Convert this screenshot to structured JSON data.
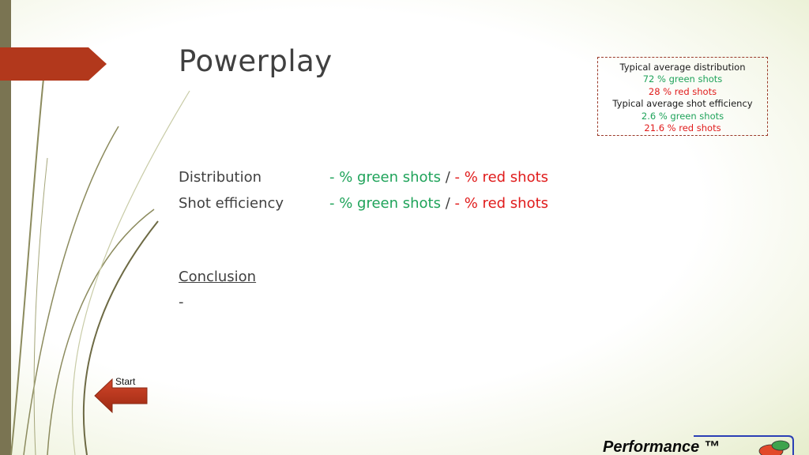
{
  "slide": {
    "title": "Powerplay"
  },
  "info_box": {
    "line1": "Typical average distribution",
    "line2": "72 % green shots",
    "line3": "28 % red shots",
    "line4": "Typical average shot efficiency",
    "line5": "2.6 % green shots",
    "line6": "21.6 % red shots"
  },
  "rows": [
    {
      "label": "Distribution",
      "green_text": "- % green shots",
      "separator": " / ",
      "red_text": "- % red shots"
    },
    {
      "label": "Shot efficiency",
      "green_text": "- % green shots",
      "separator": " / ",
      "red_text": "- % red shots"
    }
  ],
  "conclusion": {
    "heading": "Conclusion",
    "text": "-"
  },
  "nav": {
    "start_label": "Start"
  },
  "logo": {
    "text": "Performance ™"
  },
  "colors": {
    "green": "#1fa35a",
    "red": "#e01b1b",
    "accent": "#b2381c",
    "left_bar": "#7a7452"
  }
}
